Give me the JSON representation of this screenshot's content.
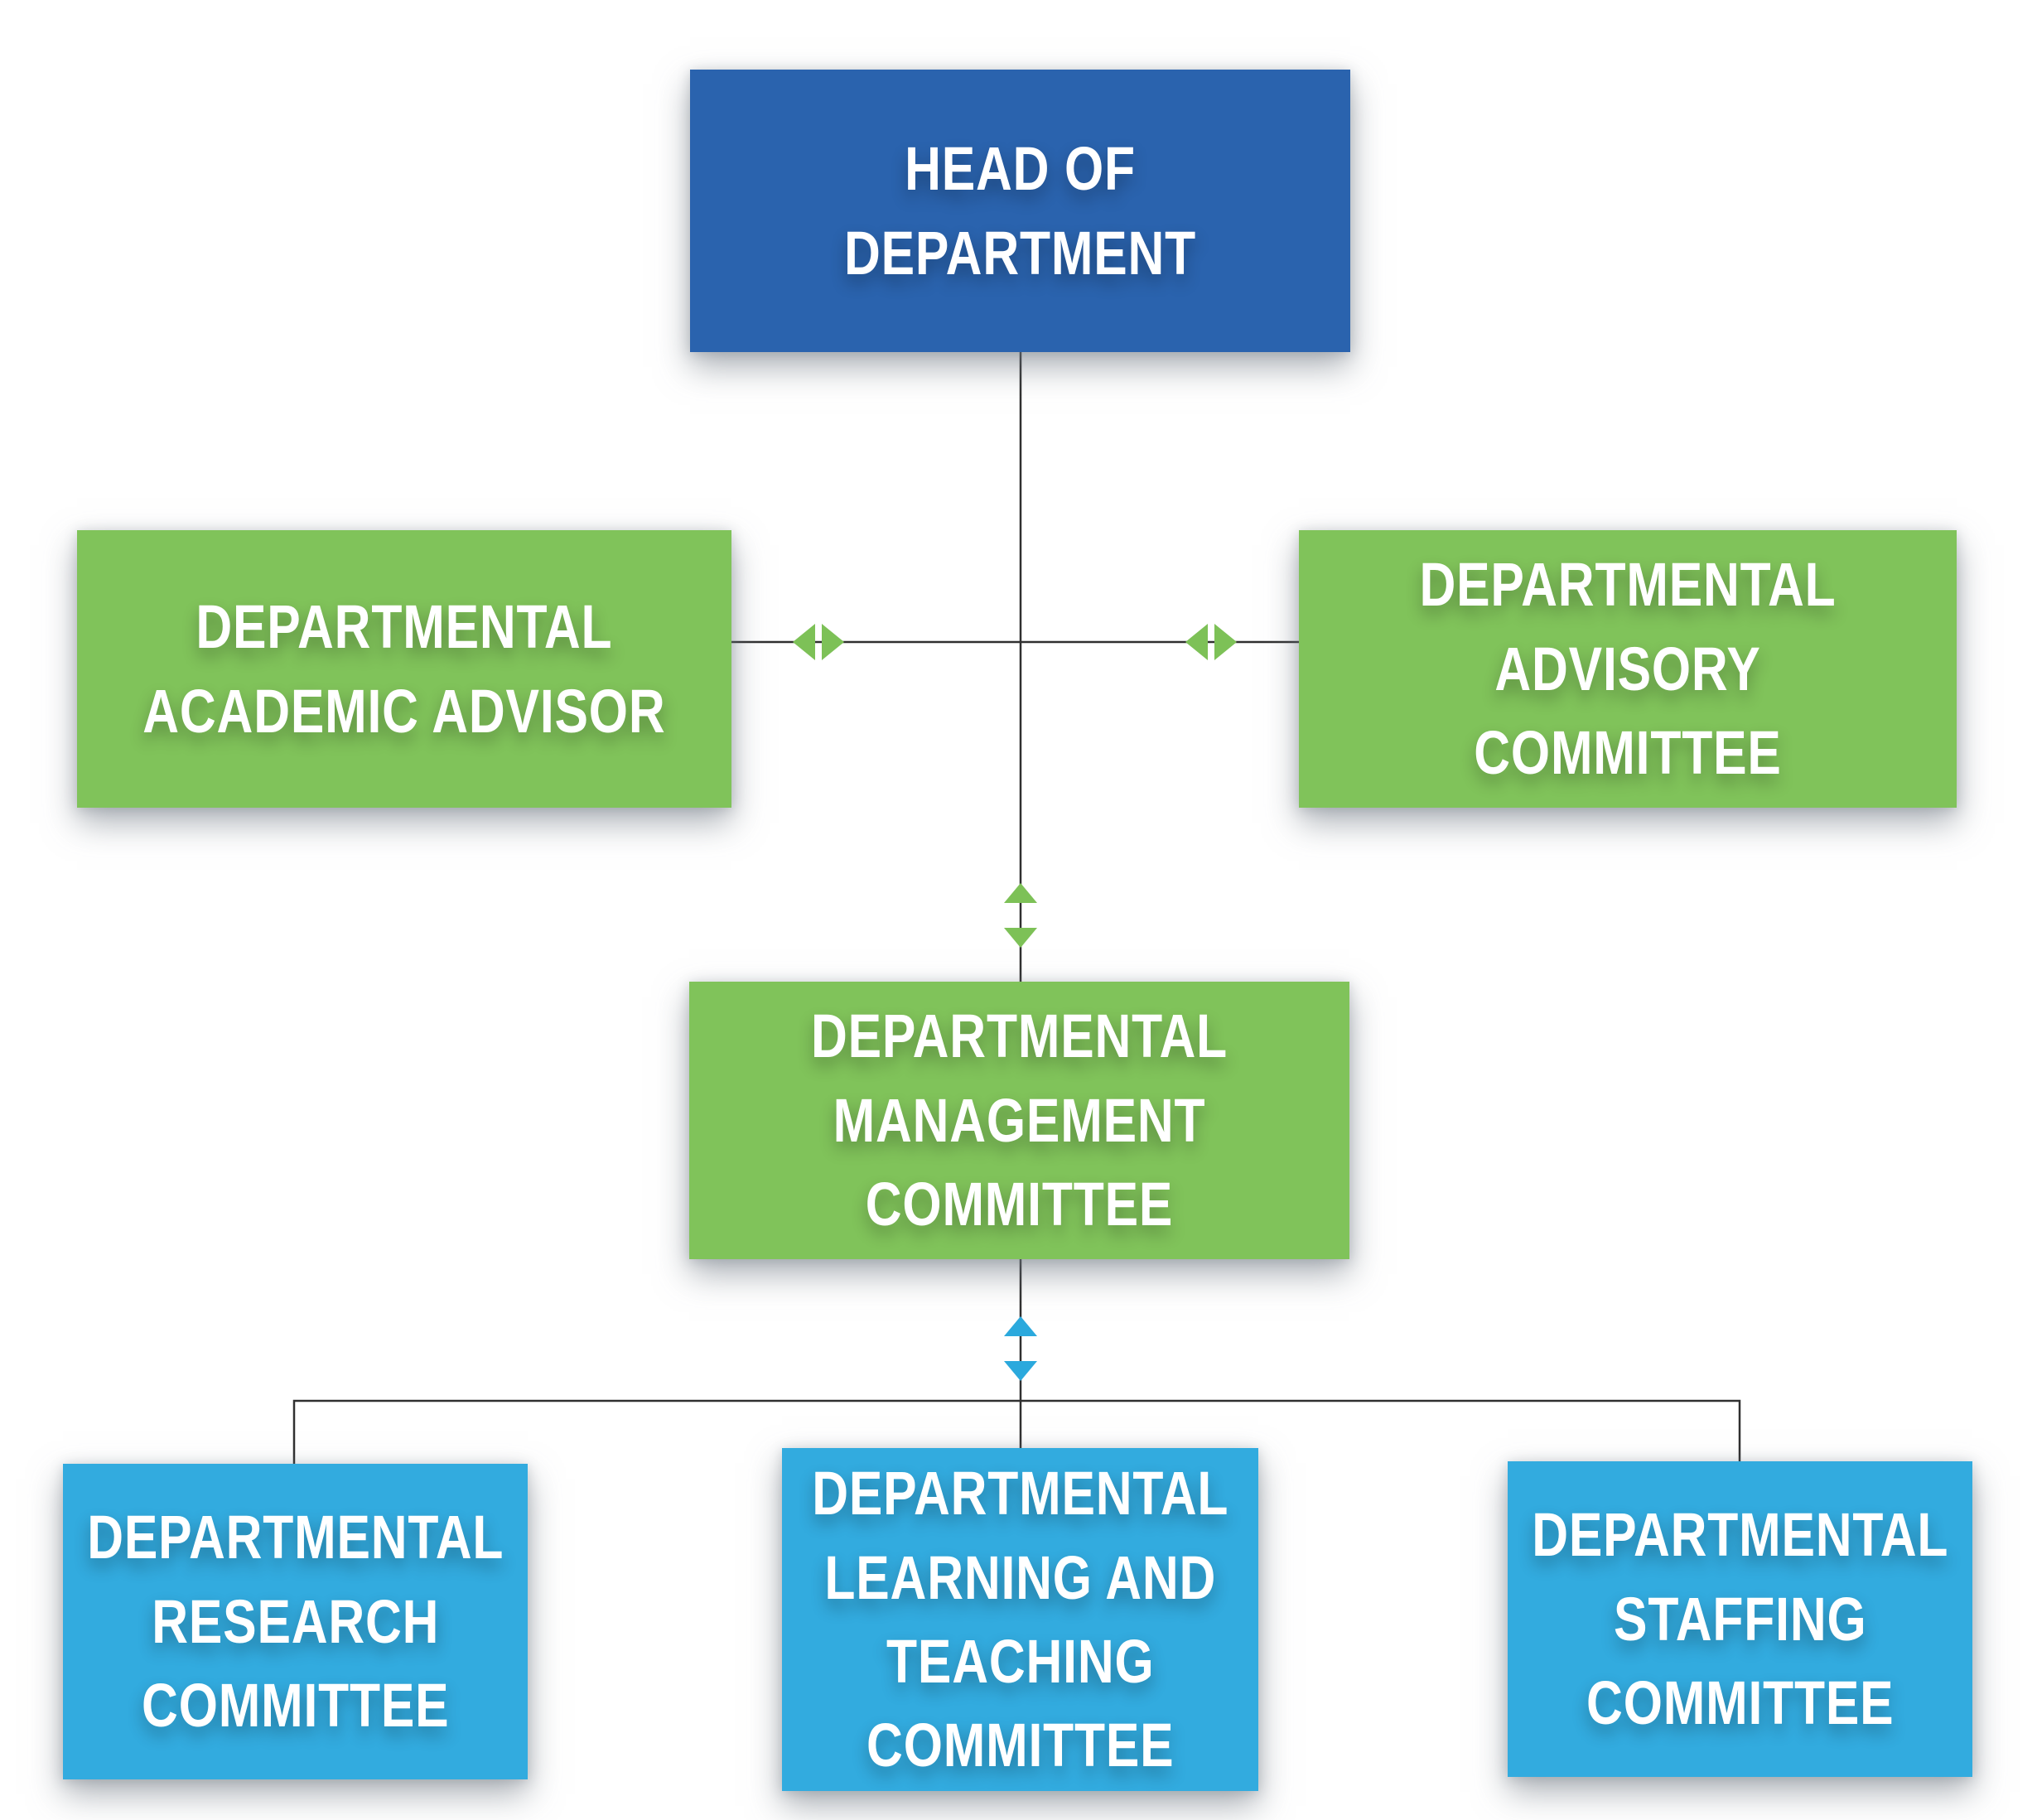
{
  "diagram": {
    "type": "org-chart",
    "colors": {
      "dark_blue": "#2a63ae",
      "green": "#80c35a",
      "light_blue": "#32abdf",
      "arrow_green": "#7dc157",
      "arrow_blue": "#2ba9dd",
      "line": "#303030",
      "text": "#ffffff",
      "background": "#ffffff"
    },
    "nodes": [
      {
        "id": "head-of-department",
        "label": "HEAD OF DEPARTMENT",
        "color_key": "dark_blue",
        "tier": "top"
      },
      {
        "id": "departmental-academic-advisor",
        "label": "DEPARTMENTAL\nACADEMIC ADVISOR",
        "color_key": "green",
        "tier": "middle-left"
      },
      {
        "id": "departmental-advisory-committee",
        "label": "DEPARTMENTAL\nADVISORY COMMITTEE",
        "color_key": "green",
        "tier": "middle-right"
      },
      {
        "id": "departmental-management-committee",
        "label": "DEPARTMENTAL\nMANAGEMENT COMMITTEE",
        "color_key": "green",
        "tier": "middle-center"
      },
      {
        "id": "departmental-research-committee",
        "label": "DEPARTMENTAL\nRESEARCH\nCOMMITTEE",
        "color_key": "light_blue",
        "tier": "bottom"
      },
      {
        "id": "departmental-learning-and-teaching-committee",
        "label": "DEPARTMENTAL\nLEARNING AND\nTEACHING\nCOMMITTEE",
        "color_key": "light_blue",
        "tier": "bottom"
      },
      {
        "id": "departmental-staffing-committee",
        "label": "DEPARTMENTAL\nSTAFFING\nCOMMITTEE",
        "color_key": "light_blue",
        "tier": "bottom"
      }
    ],
    "edges": [
      {
        "from": "head-of-department",
        "to": "departmental-management-committee",
        "type": "line",
        "arrows": "double-vertical",
        "arrow_color_key": "arrow_green"
      },
      {
        "from": "departmental-academic-advisor",
        "to": "trunk-line",
        "type": "line",
        "arrows": "double-horizontal",
        "arrow_color_key": "arrow_green"
      },
      {
        "from": "departmental-advisory-committee",
        "to": "trunk-line",
        "type": "line",
        "arrows": "double-horizontal",
        "arrow_color_key": "arrow_green"
      },
      {
        "from": "departmental-management-committee",
        "to": "bottom-bracket",
        "type": "line",
        "arrows": "double-vertical",
        "arrow_color_key": "arrow_blue"
      },
      {
        "from": "bottom-bracket",
        "to": "departmental-research-committee, departmental-learning-and-teaching-committee, departmental-staffing-committee",
        "type": "bracket",
        "arrows": "none"
      }
    ]
  }
}
